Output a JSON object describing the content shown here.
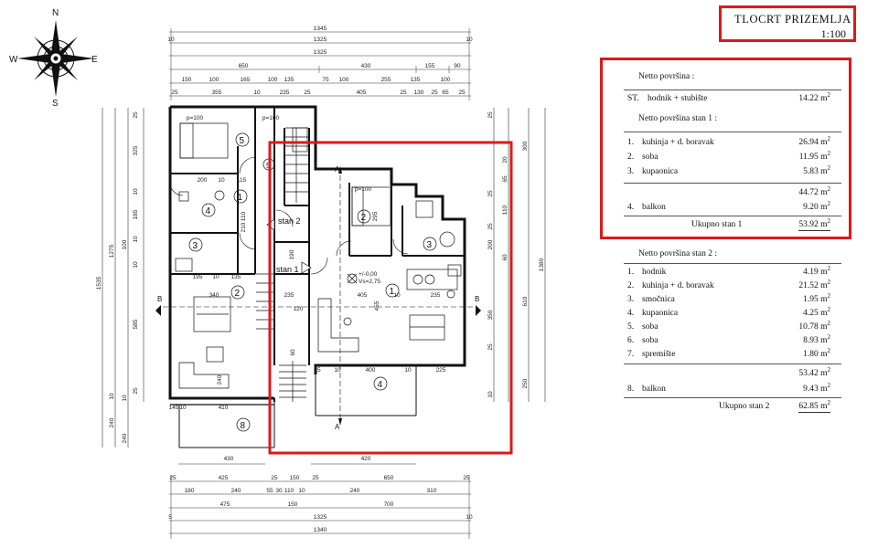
{
  "title": {
    "main": "TLOCRT  PRIZEMLJA",
    "scale": "1:100"
  },
  "compass": {
    "n": "N",
    "s": "S",
    "e": "E",
    "w": "W"
  },
  "unit_sup": "2",
  "table1": {
    "heading": "Netto površina :",
    "st_code": "ST.",
    "st_name": "hodnik + stubište",
    "st_value": "14.22 m",
    "stan1_heading": "Netto površina stan  1 :",
    "rows": [
      {
        "num": "1.",
        "name": "kuhinja + d. boravak",
        "value": "26.94 m"
      },
      {
        "num": "2.",
        "name": "soba",
        "value": "11.95 m"
      },
      {
        "num": "3.",
        "name": "kupaonica",
        "value": "5.83 m"
      }
    ],
    "subtotal": "44.72 m",
    "balkon": {
      "num": "4.",
      "name": "balkon",
      "value": "9.20 m"
    },
    "total_label": "Ukupno stan 1",
    "total_value": "53.92 m"
  },
  "table2": {
    "heading": "Netto površina stan  2 :",
    "rows": [
      {
        "num": "1.",
        "name": "hodnik",
        "value": "4.19 m"
      },
      {
        "num": "2.",
        "name": "kuhinja + d. boravak",
        "value": "21.52 m"
      },
      {
        "num": "3.",
        "name": "smočnica",
        "value": "1.95 m"
      },
      {
        "num": "4.",
        "name": "kupaonica",
        "value": "4.25 m"
      },
      {
        "num": "5.",
        "name": "soba",
        "value": "10.78 m"
      },
      {
        "num": "6.",
        "name": "soba",
        "value": "8.93 m"
      },
      {
        "num": "7.",
        "name": "spremište",
        "value": "1.80 m"
      }
    ],
    "subtotal": "53.42 m",
    "balkon": {
      "num": "8.",
      "name": "balkon",
      "value": "9.43 m"
    },
    "total_label": "Ukupno stan 2",
    "total_value": "62.85 m"
  },
  "plan": {
    "stan1_label": "stan 1",
    "stan2_label": "stan 2",
    "level_top": "+/-0,00",
    "level_bottom": "Vs=2,75",
    "section_a": "A",
    "section_b": "B",
    "rooms": [
      "5",
      "1",
      "4",
      "3",
      "2",
      "2",
      "3",
      "1",
      "4",
      "8",
      "5"
    ],
    "top_dims": {
      "r1": [
        "1345"
      ],
      "r2": [
        "10",
        "1325",
        "10"
      ],
      "r3": [
        "1325"
      ],
      "r4": [
        "650",
        "430",
        "155",
        "90"
      ],
      "r5": [
        "150",
        "100",
        "165",
        "100",
        "135",
        "75",
        "100",
        "255",
        "135",
        "100"
      ],
      "r6": [
        "25",
        "355",
        "10",
        "235",
        "25",
        "405",
        "25",
        "130",
        "25",
        "65",
        "25"
      ]
    },
    "bottom_dims": {
      "r1": [
        "25",
        "425",
        "25",
        "150",
        "25",
        "650",
        "25"
      ],
      "r2": [
        "180",
        "240",
        "55",
        "30",
        "110",
        "10",
        "240",
        "310"
      ],
      "r3": [
        "475",
        "150",
        "700"
      ],
      "r4": [
        "5",
        "1325",
        "10"
      ],
      "r5": [
        "1340"
      ]
    },
    "left_dims": [
      "1535",
      "1275",
      "25",
      "325",
      "10",
      "185",
      "10",
      "100",
      "10",
      "585",
      "25",
      "10",
      "240",
      "10",
      "240"
    ],
    "right_dims": [
      "1380",
      "25",
      "300",
      "20",
      "65",
      "25",
      "110",
      "25",
      "200",
      "60",
      "610",
      "350",
      "25",
      "250",
      "10"
    ],
    "inner_dims": [
      "200",
      "10",
      "115",
      "110",
      "210",
      "190",
      "195",
      "10",
      "135",
      "340",
      "235",
      "120",
      "60",
      "295",
      "405",
      "10",
      "235",
      "455",
      "55",
      "10",
      "400",
      "10",
      "225",
      "145",
      "10",
      "410",
      "430",
      "420",
      "p=100",
      "p=100",
      "p=100",
      "240"
    ]
  }
}
